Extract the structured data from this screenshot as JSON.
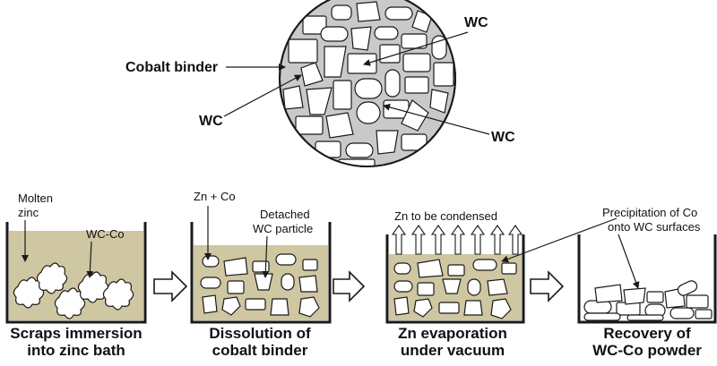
{
  "microstructure": {
    "labels": {
      "wc_top": "WC",
      "cobalt_binder": "Cobalt binder",
      "wc_left": "WC",
      "wc_right": "WC"
    }
  },
  "steps": [
    {
      "labels": [
        "Molten",
        "zinc",
        "WC-Co"
      ],
      "caption": [
        "Scraps immersion",
        "into zinc bath"
      ]
    },
    {
      "labels": [
        "Zn + Co",
        "Detached",
        "WC particle"
      ],
      "caption": [
        "Dissolution of",
        "cobalt binder"
      ]
    },
    {
      "labels": [
        "Zn to be condensed"
      ],
      "caption": [
        "Zn evaporation",
        "under vacuum"
      ]
    },
    {
      "labels": [
        "Precipitation of Co",
        "onto WC surfaces"
      ],
      "caption": [
        "Recovery of",
        "WC-Co powder"
      ]
    }
  ],
  "colors": {
    "bath": "#cfc6a2",
    "circle_fill": "#c9c9c9",
    "particle": "#ffffff",
    "line": "#1a1a1a"
  }
}
